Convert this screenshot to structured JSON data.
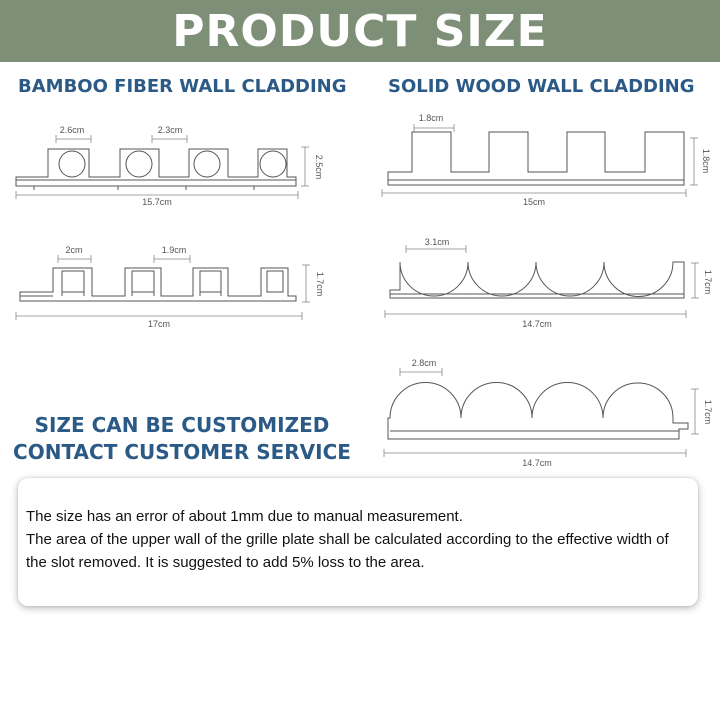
{
  "header": {
    "title": "PRODUCT SIZE"
  },
  "sections": {
    "left_title": "BAMBOO FIBER WALL CLADDING",
    "right_title": "SOLID WOOD WALL CLADDING"
  },
  "profiles": {
    "bamboo_round": {
      "width": "15.7cm",
      "height": "2.5cm",
      "slat": "2.6cm",
      "gap": "2.3cm"
    },
    "bamboo_square": {
      "width": "17cm",
      "height": "1.7cm",
      "slat": "2cm",
      "gap": "1.9cm"
    },
    "wood_square": {
      "width": "15cm",
      "height": "1.8cm",
      "slat": "1.8cm"
    },
    "wood_scallop": {
      "width": "14.7cm",
      "height": "1.7cm",
      "slat": "3.1cm"
    },
    "wood_dome": {
      "width": "14.7cm",
      "height": "1.7cm",
      "slat": "2.8cm"
    }
  },
  "customize": {
    "line1": "SIZE CAN BE CUSTOMIZED",
    "line2": "CONTACT CUSTOMER SERVICE"
  },
  "note": {
    "line1": "The size has an error of about 1mm due to manual measurement.",
    "line2": "The area of the upper wall of the grille plate shall be calculated according to the effective width of the slot removed. It is suggested to add 5% loss to the area."
  },
  "colors": {
    "banner": "#7d8f76",
    "heading": "#2c5a86",
    "outline": "#555555"
  }
}
